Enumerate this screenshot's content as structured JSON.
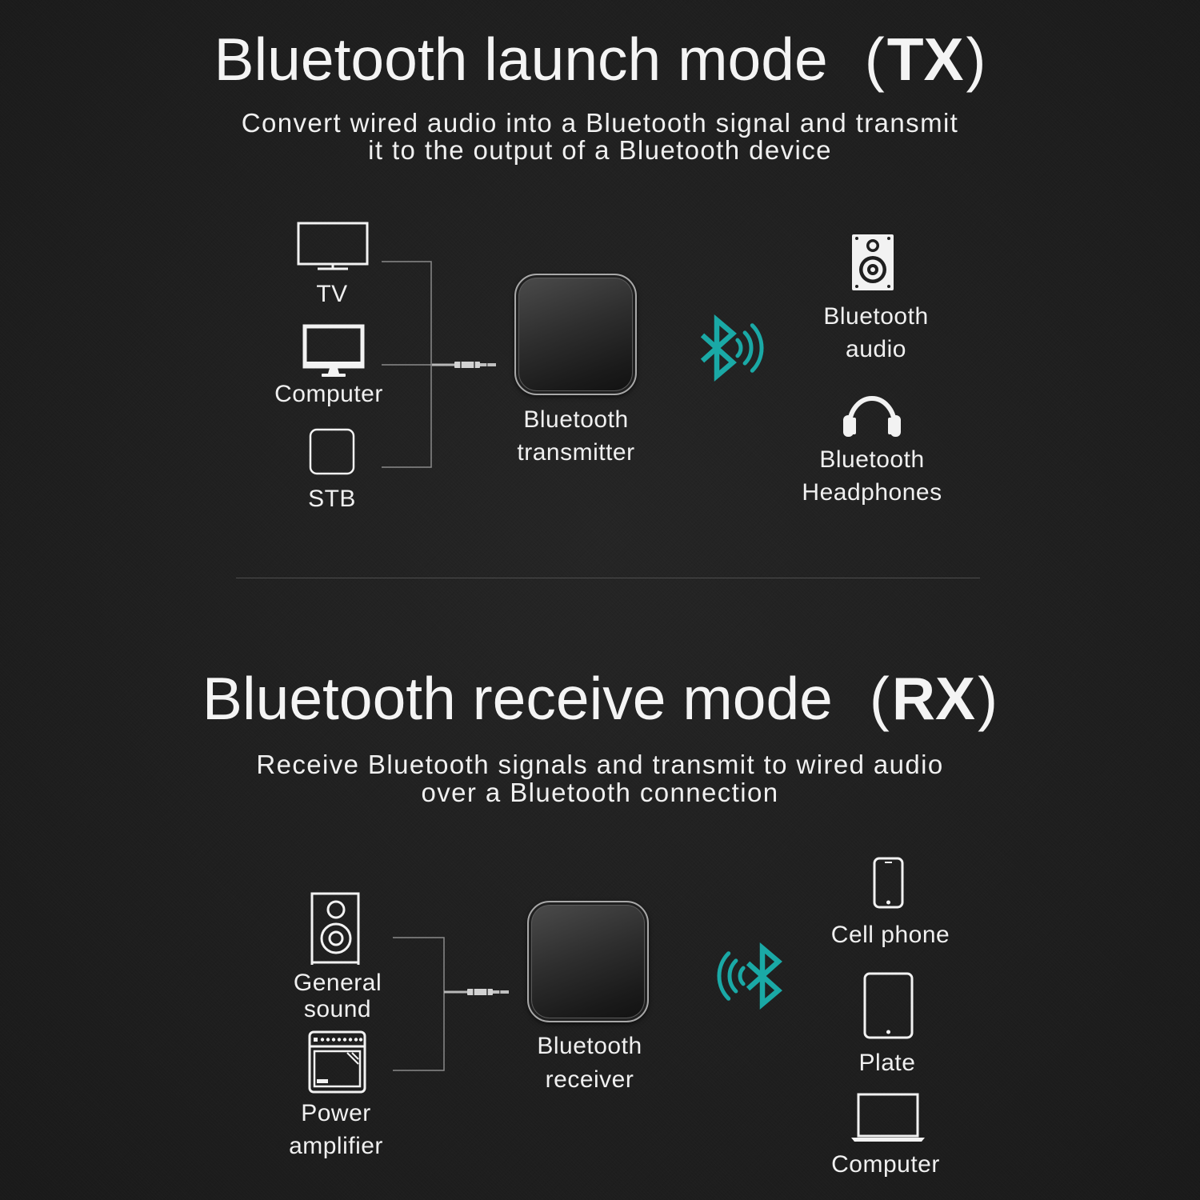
{
  "colors": {
    "background": "#1f1f1f",
    "text": "#f2f2f2",
    "accent": "#1aa9a6",
    "connector": "#8a8a8a"
  },
  "tx": {
    "title": "Bluetooth launch mode",
    "paren_open": "(",
    "mode_code": "TX",
    "paren_close": ")",
    "subtitle": [
      "Convert wired audio into a Bluetooth signal and transmit",
      "it to the output of a Bluetooth device"
    ],
    "sources": [
      {
        "icon": "tv-icon",
        "label": [
          "TV"
        ]
      },
      {
        "icon": "computer-monitor-icon",
        "label": [
          "Computer"
        ]
      },
      {
        "icon": "set-top-box-icon",
        "label": [
          "STB"
        ]
      }
    ],
    "device": {
      "icon": "bluetooth-transmitter-device",
      "label": [
        "Bluetooth",
        "transmitter"
      ]
    },
    "signal_icon": "bluetooth-transmit-icon",
    "outputs": [
      {
        "icon": "speaker-icon",
        "label": [
          "Bluetooth",
          "audio"
        ]
      },
      {
        "icon": "headphones-icon",
        "label": [
          "Bluetooth",
          "Headphones"
        ]
      }
    ]
  },
  "rx": {
    "title": "Bluetooth receive mode",
    "paren_open": "(",
    "mode_code": "RX",
    "paren_close": ")",
    "subtitle": [
      "Receive Bluetooth signals and transmit to wired audio",
      "over a Bluetooth connection"
    ],
    "outputs": [
      {
        "icon": "speaker-outline-icon",
        "label": [
          "General",
          "sound"
        ]
      },
      {
        "icon": "power-amplifier-icon",
        "label": [
          "Power",
          "amplifier"
        ]
      }
    ],
    "device": {
      "icon": "bluetooth-receiver-device",
      "label": [
        "Bluetooth",
        "receiver"
      ]
    },
    "signal_icon": "bluetooth-receive-icon",
    "sources": [
      {
        "icon": "cell-phone-icon",
        "label": [
          "Cell phone"
        ]
      },
      {
        "icon": "tablet-icon",
        "label": [
          "Plate"
        ]
      },
      {
        "icon": "laptop-icon",
        "label": [
          "Computer"
        ]
      }
    ]
  }
}
